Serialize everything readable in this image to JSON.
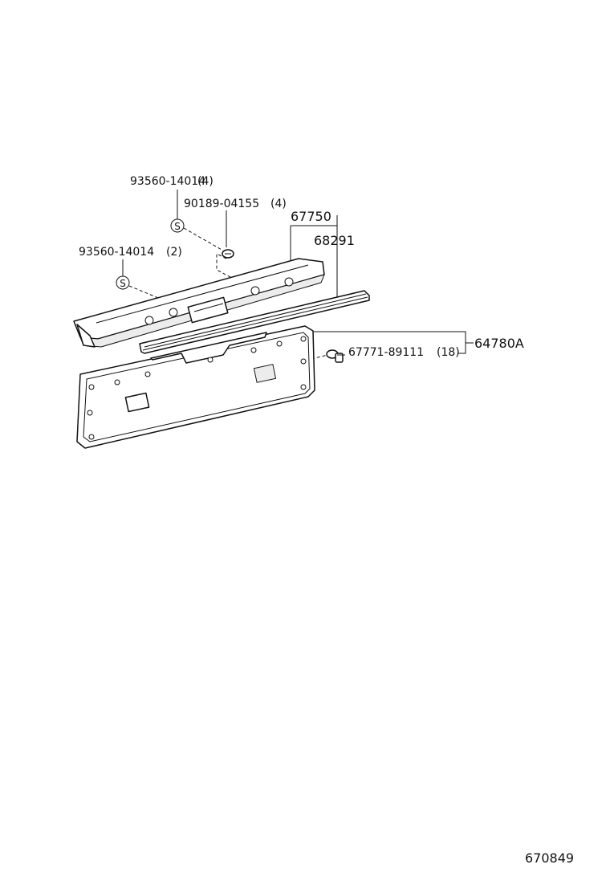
{
  "callouts": {
    "screw_upper": {
      "part_no": "93560-14014",
      "qty": "(4)",
      "symbol": "S"
    },
    "clip_upper": {
      "part_no": "90189-04155",
      "qty": "(4)"
    },
    "screw_lower": {
      "part_no": "93560-14014",
      "qty": "(2)",
      "symbol": "S"
    },
    "assembly_a": "67750",
    "assembly_b": "68291",
    "assembly_c": "64780A",
    "clip_lower": {
      "part_no": "67771-89111",
      "qty": "(18)"
    }
  },
  "figure_id": "670849"
}
